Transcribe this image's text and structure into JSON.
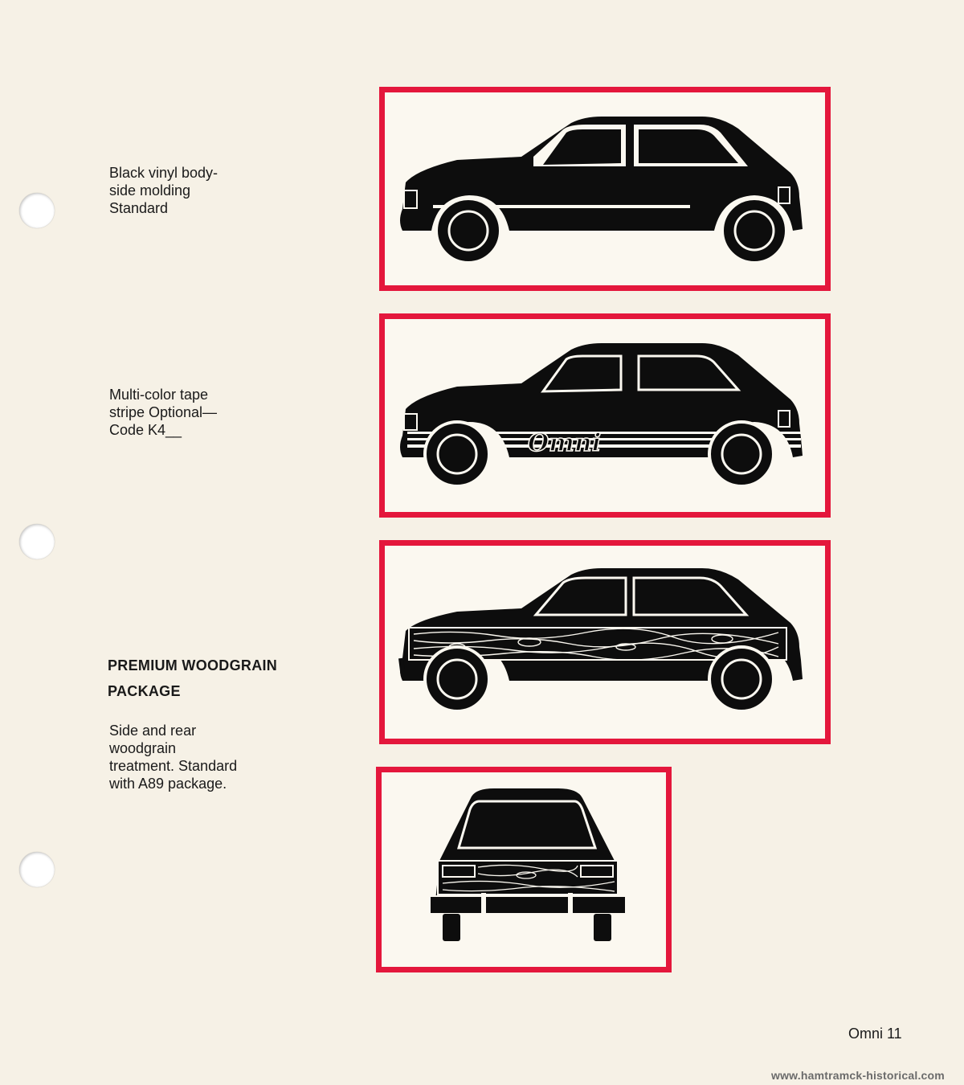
{
  "captions": {
    "molding": "Black vinyl body-\nside molding\nStandard",
    "stripe": "Multi-color tape\nstripe Optional—\nCode K4__",
    "woodgrain_heading_line1": "PREMIUM WOODGRAIN",
    "woodgrain_heading_line2": "PACKAGE",
    "woodgrain": "Side and rear\nwoodgrain\ntreatment. Standard\nwith A89 package."
  },
  "stripe_logo": "Omni",
  "page_number": "Omni 11",
  "watermark": "www.hamtramck-historical.com",
  "colors": {
    "frame_red": "#e4173c",
    "paper": "#f6f1e6",
    "car_black": "#0d0d0d"
  }
}
